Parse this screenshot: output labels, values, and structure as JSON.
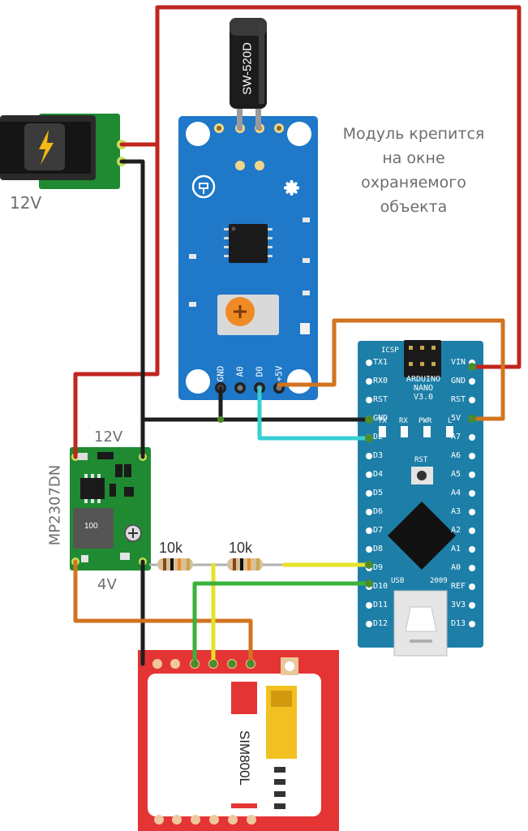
{
  "note": {
    "lines": [
      "Модуль крепится",
      "на окне",
      "охраняемого",
      "объекта"
    ]
  },
  "power_jack": {
    "label": "12V"
  },
  "vibration_sensor": {
    "part": "SW-520D",
    "pins": [
      "GND",
      "A0",
      "D0",
      "+5V"
    ]
  },
  "converter": {
    "name": "MP2307DN",
    "input_label": "12V",
    "output_label": "4V",
    "inductor": "100"
  },
  "resistors": [
    "10k",
    "10k"
  ],
  "arduino": {
    "title_lines": [
      "ARDUINO",
      "NANO",
      "V3.0"
    ],
    "icsp": "ICSP",
    "led_labels": [
      "TX",
      "RX",
      "PWR",
      "L"
    ],
    "rst": "RST",
    "usb": "USB",
    "year": "2009",
    "left_pins": [
      "TX1",
      "RX0",
      "RST",
      "GND",
      "D2",
      "D3",
      "D4",
      "D5",
      "D6",
      "D7",
      "D8",
      "D9",
      "D10",
      "D11",
      "D12"
    ],
    "right_pins": [
      "VIN",
      "GND",
      "RST",
      "5V",
      "A7",
      "A6",
      "A5",
      "A4",
      "A3",
      "A2",
      "A1",
      "A0",
      "REF",
      "3V3",
      "D13"
    ]
  },
  "gsm": {
    "name": "SIM800L"
  },
  "colors": {
    "wire_red": "#c0251f",
    "wire_black": "#1e1e1e",
    "wire_orange": "#d2731f",
    "wire_cyan": "#37cfd3",
    "wire_yellow": "#e6e22a",
    "wire_green": "#3ab23a",
    "sensor_board": "#1f78c8",
    "arduino_board": "#1d7fa8",
    "converter_board": "#1f8a32",
    "gsm_board": "#e53434"
  }
}
